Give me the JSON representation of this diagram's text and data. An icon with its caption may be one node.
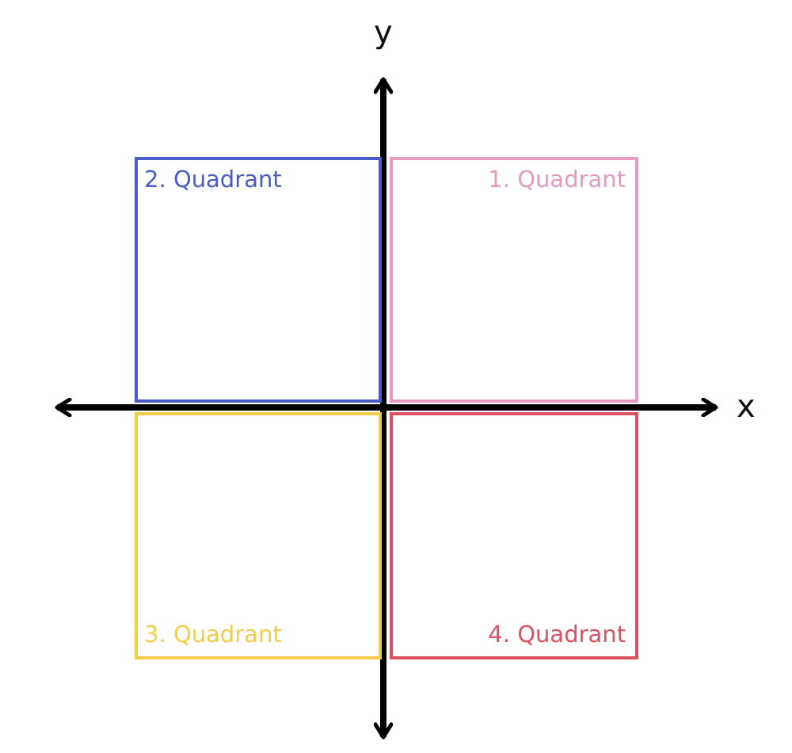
{
  "diagram": {
    "nodes": [
      {
        "text": [
          "2. Quadrant"
        ]
      },
      {
        "text": [
          "1. Quadrant"
        ]
      },
      {
        "text": [
          "3. Quadrant"
        ]
      },
      {
        "text": [
          "4. Quadrant"
        ]
      }
    ],
    "edges": [],
    "labels": [
      "y",
      "x"
    ]
  }
}
